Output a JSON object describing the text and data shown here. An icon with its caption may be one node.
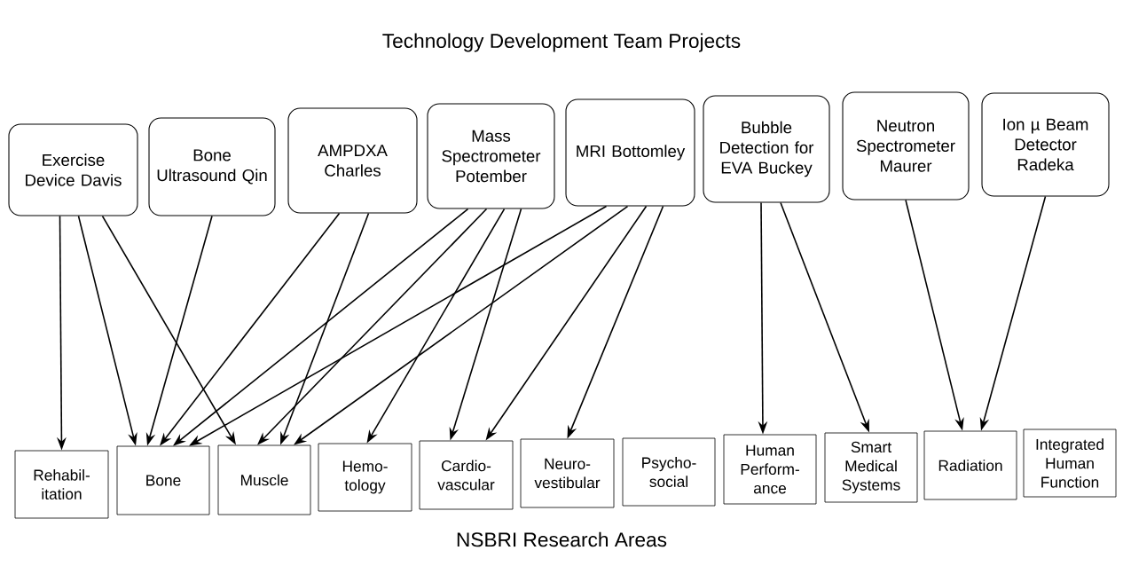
{
  "diagram": {
    "title": "Technology Development Team Projects",
    "nodes": [
      {
        "text": [
          "Exercise Device Davis"
        ]
      },
      {
        "text": [
          "Bone Ultrasound Qin"
        ]
      },
      {
        "text": [
          "AMPDXA Charles"
        ]
      },
      {
        "text": [
          "Mass Spectrometer Potember"
        ]
      },
      {
        "text": [
          "MRI Bottomley"
        ]
      },
      {
        "text": [
          "Bubble Detection for EVA Buckey"
        ]
      },
      {
        "text": [
          "Neutron Spectrometer Maurer"
        ]
      },
      {
        "text": [
          "Ion µ Beam Detector Radeka"
        ]
      },
      {
        "text": [
          "Rehabil- itation"
        ]
      },
      {
        "text": [
          "Bone"
        ]
      },
      {
        "text": [
          "Muscle"
        ]
      },
      {
        "text": [
          "Hemo- tology"
        ]
      },
      {
        "text": [
          "Cardio- vascular"
        ]
      },
      {
        "text": [
          "Neuro- vestibular"
        ]
      },
      {
        "text": [
          "Psycho- social"
        ]
      },
      {
        "text": [
          "Human Perform- ance"
        ]
      },
      {
        "text": [
          "Smart Medical Systems"
        ]
      },
      {
        "text": [
          "Radiation"
        ]
      },
      {
        "text": [
          "Integrated Human Function"
        ]
      }
    ],
    "edges": [
      {
        "from": 0,
        "to": 8,
        "arrow": "to"
      },
      {
        "from": 0,
        "to": 9,
        "arrow": "to"
      },
      {
        "from": 0,
        "to": 10,
        "arrow": "to"
      },
      {
        "from": 1,
        "to": 9,
        "arrow": "to"
      },
      {
        "from": 2,
        "to": 9,
        "arrow": "to"
      },
      {
        "from": 2,
        "to": 10,
        "arrow": "to"
      },
      {
        "from": 3,
        "to": 9,
        "arrow": "to"
      },
      {
        "from": 3,
        "to": 10,
        "arrow": "to"
      },
      {
        "from": 3,
        "to": 11,
        "arrow": "to"
      },
      {
        "from": 3,
        "to": 12,
        "arrow": "to"
      },
      {
        "from": 4,
        "to": 9,
        "arrow": "to"
      },
      {
        "from": 4,
        "to": 10,
        "arrow": "to"
      },
      {
        "from": 4,
        "to": 12,
        "arrow": "to"
      },
      {
        "from": 4,
        "to": 13,
        "arrow": "to"
      },
      {
        "from": 5,
        "to": 15,
        "arrow": "to"
      },
      {
        "from": 5,
        "to": 16,
        "arrow": "to"
      },
      {
        "from": 6,
        "to": 17,
        "arrow": "to"
      },
      {
        "from": 7,
        "to": 17,
        "arrow": "to"
      }
    ],
    "labels": [
      "NSBRI Research Areas"
    ]
  }
}
